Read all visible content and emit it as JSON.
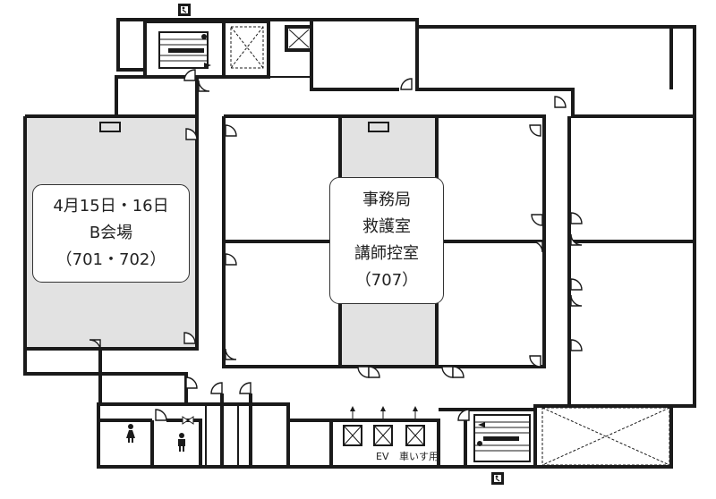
{
  "rooms": {
    "venue_b": {
      "lines": [
        "4月15日・16日",
        "B会場",
        "（701・702）"
      ]
    },
    "office": {
      "lines": [
        "事務局",
        "救護室",
        "講師控室",
        "（707）"
      ]
    }
  },
  "facilities": {
    "elevator_label": "EV",
    "wheelchair_label": "車いす用"
  },
  "icons": {
    "exit": "emergency-exit-icon",
    "women": "women-restroom-icon",
    "men": "men-restroom-icon"
  },
  "colors": {
    "wall": "#1a1a1a",
    "shaded_room": "#e2e2e2",
    "background": "#ffffff"
  }
}
